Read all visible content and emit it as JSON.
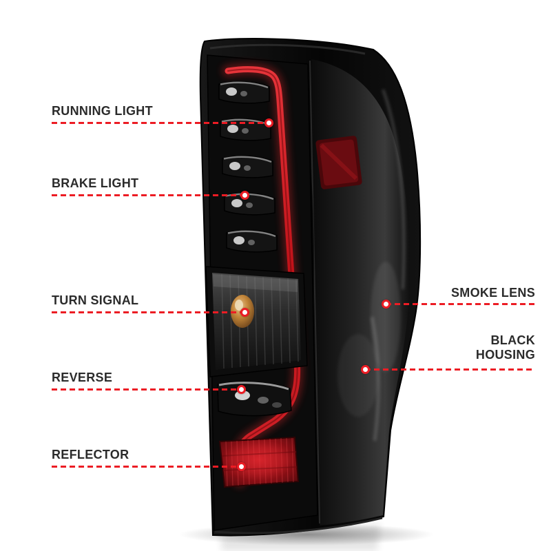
{
  "colors": {
    "accent_red": "#ec1c24",
    "label_text": "#2b2b2b",
    "background": "#ffffff",
    "light_bar_red": "#c01118",
    "housing_black": "#0b0b0b"
  },
  "callouts": {
    "left": [
      {
        "label": "RUNNING LIGHT"
      },
      {
        "label": "BRAKE LIGHT"
      },
      {
        "label": "TURN SIGNAL"
      },
      {
        "label": "REVERSE"
      },
      {
        "label": "REFLECTOR"
      }
    ],
    "right": [
      {
        "label": "SMOKE LENS"
      },
      {
        "label": "BLACK HOUSING"
      }
    ]
  }
}
